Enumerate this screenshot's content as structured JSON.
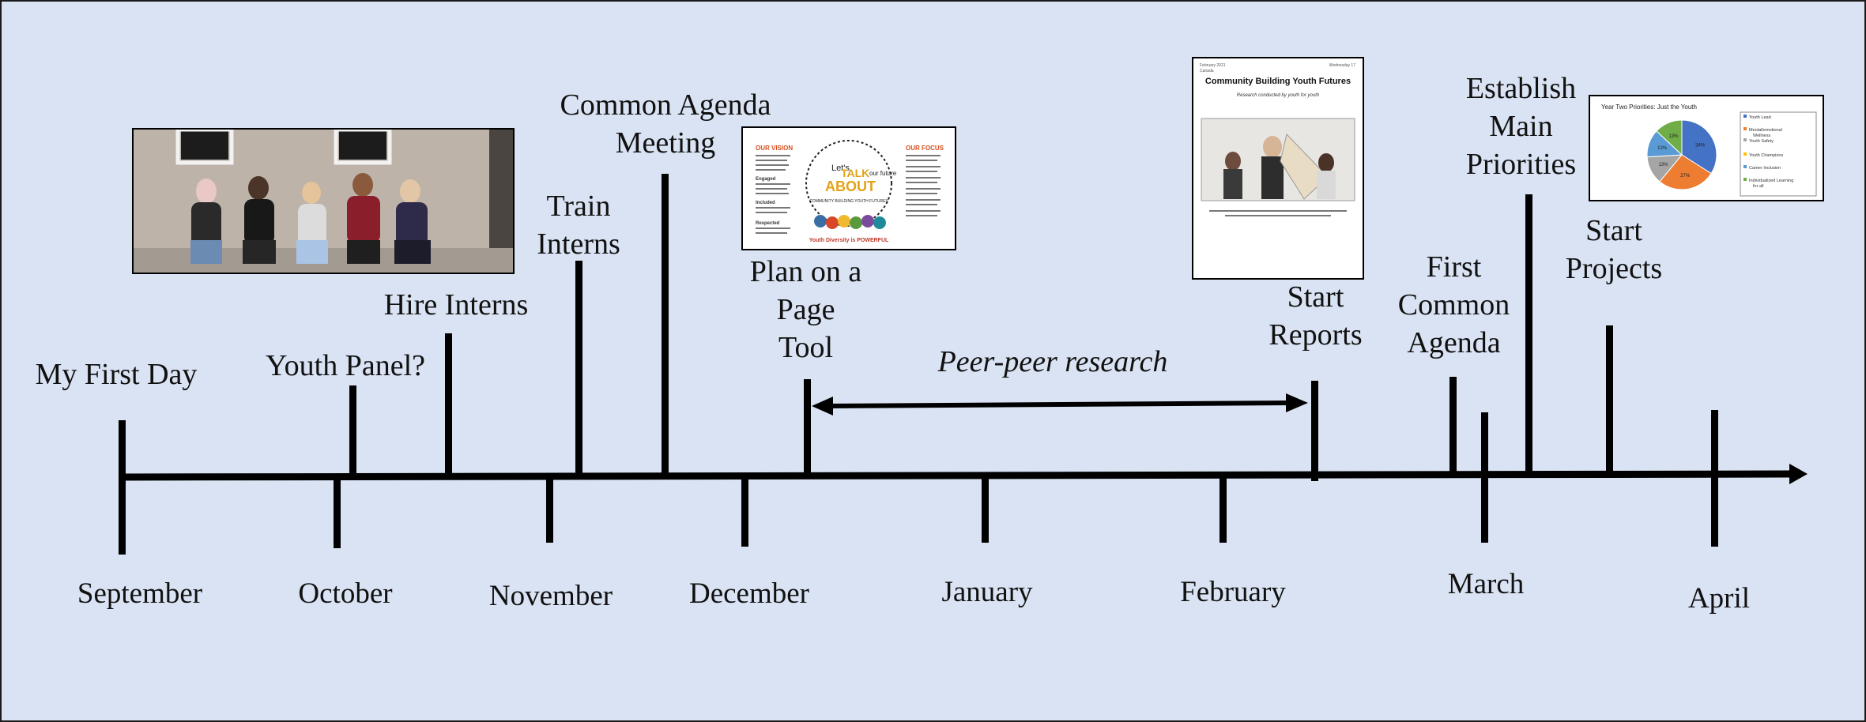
{
  "timeline": {
    "months": [
      "September",
      "October",
      "November",
      "December",
      "January",
      "February",
      "March",
      "April"
    ],
    "events": [
      {
        "label": "My First Day"
      },
      {
        "label": "Youth Panel?"
      },
      {
        "label": "Hire Interns"
      },
      {
        "label": "Train\nInterns"
      },
      {
        "label": "Common Agenda\nMeeting"
      },
      {
        "label": "Plan on a\nPage\nTool"
      },
      {
        "label": "Start\nReports"
      },
      {
        "label": "First\nCommon\nAgenda"
      },
      {
        "label": "Establish\nMain\nPriorities"
      },
      {
        "label": "Start\nProjects"
      }
    ],
    "span_label": "Peer-peer research"
  },
  "images": {
    "youth_photo": {
      "alt": "Group of youth sitting against a wall"
    },
    "talk_poster": {
      "vision_heading": "OUR VISION",
      "focus_heading": "OUR FOCUS",
      "center_line1": "Let's",
      "center_line2": "TALK",
      "center_line3": "ABOUT",
      "center_line4": "our future",
      "center_sub": "COMMUNITY BUILDING YOUTH FUTURES",
      "footer": "Youth Diversity is POWERFUL",
      "vision_items": [
        "Engaged",
        "Included",
        "Respected"
      ]
    },
    "report_cover": {
      "date_left": "February 2021",
      "date_right": "Wednesday 17",
      "place": "Canada",
      "title": "Community Building Youth Futures",
      "subtitle": "Research conducted by youth for youth"
    },
    "pie_chart": {
      "title": "Year Two Priorities: Just the Youth",
      "slice_labels": [
        "34%",
        "27%",
        "13%",
        "13%",
        "13%"
      ],
      "legend": [
        "Youth Lead",
        "Mental/emotional Wellness",
        "Youth Safety",
        "Youth Champions",
        "Career Inclusion",
        "Individualized Learning for all"
      ],
      "colors": [
        "#4472c4",
        "#ed7d31",
        "#a5a5a5",
        "#ffc000",
        "#5b9bd5",
        "#70ad47"
      ]
    }
  }
}
